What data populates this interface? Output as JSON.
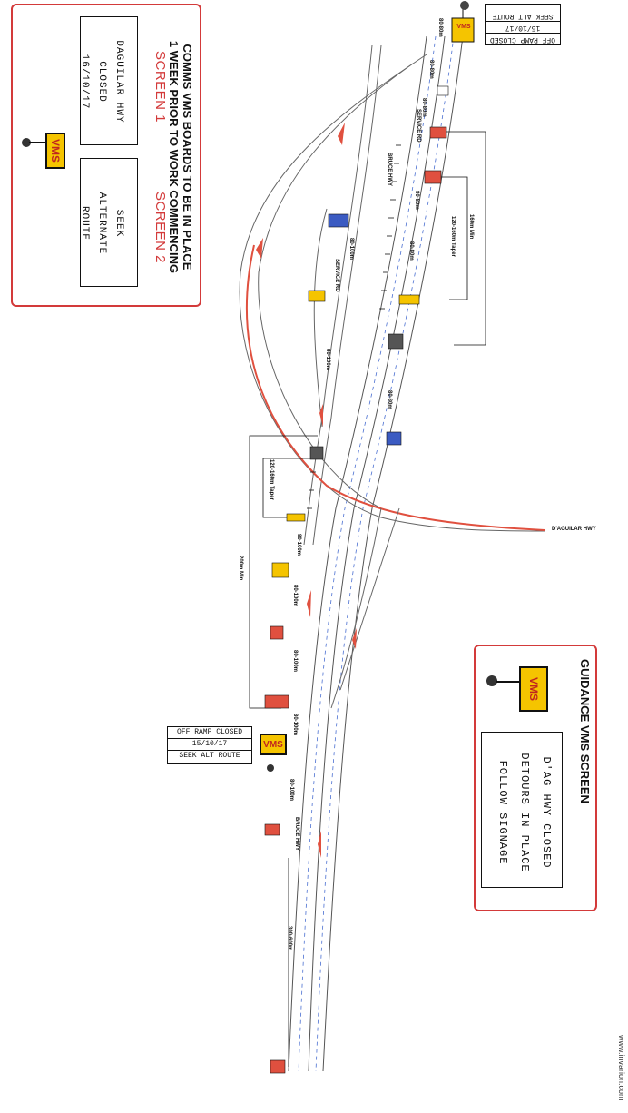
{
  "comms_panel": {
    "title_line1": "COMMS VMS BOARDS TO BE IN PLACE",
    "title_line2": "1 WEEK PRIOR TO WORK COMMENCING",
    "screen1_label": "SCREEN 1",
    "screen2_label": "SCREEN 2",
    "screen1_lines": [
      "DAGUILAR HWY",
      "CLOSED",
      "16/10/17"
    ],
    "screen2_lines": [
      "SEEK",
      "ALTERNATE",
      "ROUTE"
    ],
    "trailer_label": "VMS"
  },
  "guidance_panel": {
    "title": "GUIDANCE VMS SCREEN",
    "lines": [
      "D'AG HWY CLOSED",
      "DETOURS IN PLACE",
      "FOLLOW SIGNAGE"
    ],
    "trailer_label": "VMS"
  },
  "vms_tables": [
    {
      "lines": [
        "OFF RAMP CLOSED",
        "15/10/17",
        "SEEK ALT ROUTE"
      ],
      "trailer_label": "VMS"
    },
    {
      "lines": [
        "OFF RAMP CLOSED",
        "15/10/17",
        "SEEK ALT ROUTE"
      ],
      "trailer_label": "VMS"
    }
  ],
  "road_labels": {
    "bruce_hwy": "BRUCE HWY",
    "service_rd": "SERVICE RD",
    "daguilar_hwy": "D'AGUILAR HWY"
  },
  "dimension_labels": {
    "spacing_80_100": "80-100m",
    "spacing_80_80": "80-80m",
    "taper_120_160": "120-160m Taper",
    "min_160": "160m Min",
    "min_200": "200m Min",
    "range_300_600": "300-600m"
  },
  "watermark": "www.invarion.com",
  "colors": {
    "panel_border": "#d33a3a",
    "vms_yellow": "#f5c400",
    "vms_text": "#c0261f",
    "closure_red": "#e0503f",
    "road_line": "#555555",
    "lane_blue": "#4a6fd1"
  }
}
